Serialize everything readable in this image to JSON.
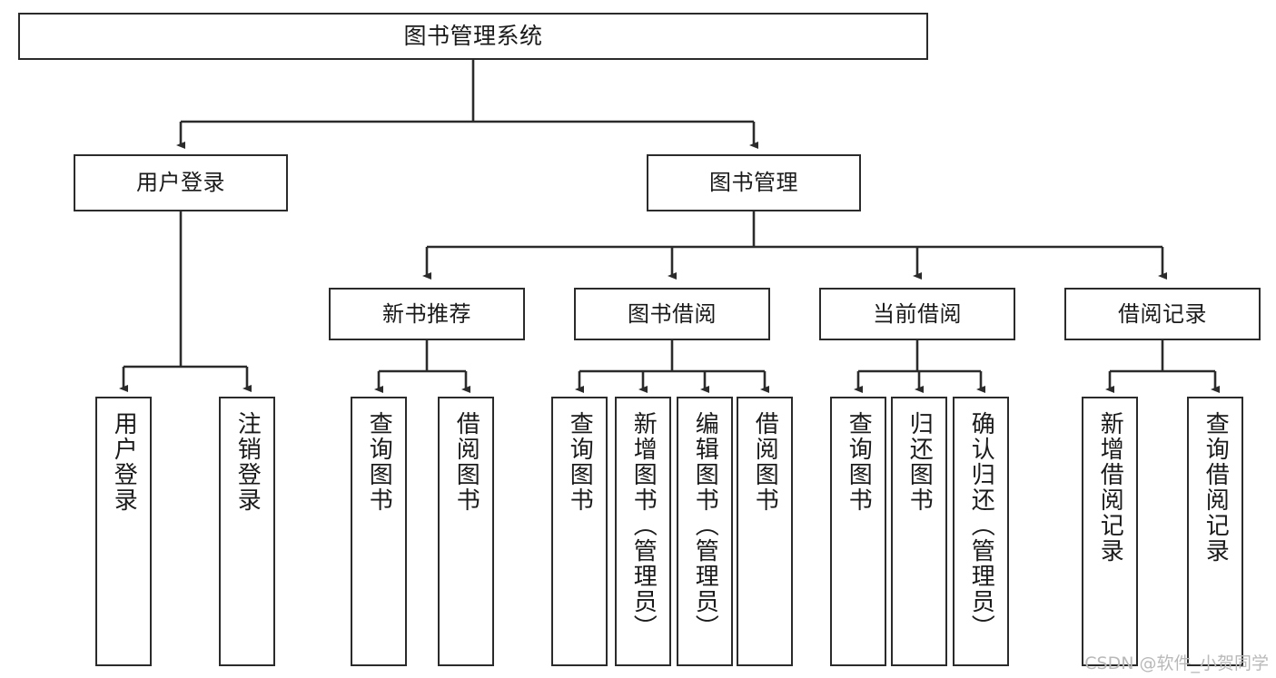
{
  "diagram": {
    "type": "tree-hierarchy-diagram",
    "title": "图书管理系统",
    "colors": {
      "stroke": "#2b2b2b",
      "fill": "#ffffff",
      "text": "#1a1a1a",
      "watermark": "#b9b9b9"
    },
    "watermark": "CSDN @软件_小贺同学",
    "nodes": {
      "root": {
        "label": "图书管理系统",
        "level": 1
      },
      "level2": [
        {
          "id": "user-login",
          "label": "用户登录"
        },
        {
          "id": "book-management",
          "label": "图书管理"
        }
      ],
      "level3": [
        {
          "id": "new-book-recommend",
          "label": "新书推荐"
        },
        {
          "id": "book-borrow",
          "label": "图书借阅"
        },
        {
          "id": "current-borrow",
          "label": "当前借阅"
        },
        {
          "id": "borrow-record",
          "label": "借阅记录"
        }
      ],
      "leaves": {
        "user-login": [
          {
            "id": "leaf-user-login",
            "label": "用户登录"
          },
          {
            "id": "leaf-logout",
            "label": "注销登录"
          }
        ],
        "new-book-recommend": [
          {
            "id": "leaf-query-book-1",
            "label": "查询图书"
          },
          {
            "id": "leaf-borrow-book-1",
            "label": "借阅图书"
          }
        ],
        "book-borrow": [
          {
            "id": "leaf-query-book-2",
            "label": "查询图书"
          },
          {
            "id": "leaf-add-book",
            "label": "新增图书（管理员）"
          },
          {
            "id": "leaf-edit-book",
            "label": "编辑图书（管理员）"
          },
          {
            "id": "leaf-borrow-book-2",
            "label": "借阅图书"
          }
        ],
        "current-borrow": [
          {
            "id": "leaf-query-book-3",
            "label": "查询图书"
          },
          {
            "id": "leaf-return-book",
            "label": "归还图书"
          },
          {
            "id": "leaf-confirm-return",
            "label": "确认归还（管理员）"
          }
        ],
        "borrow-record": [
          {
            "id": "leaf-add-record",
            "label": "新增借阅记录"
          },
          {
            "id": "leaf-query-record",
            "label": "查询借阅记录"
          }
        ]
      }
    }
  }
}
